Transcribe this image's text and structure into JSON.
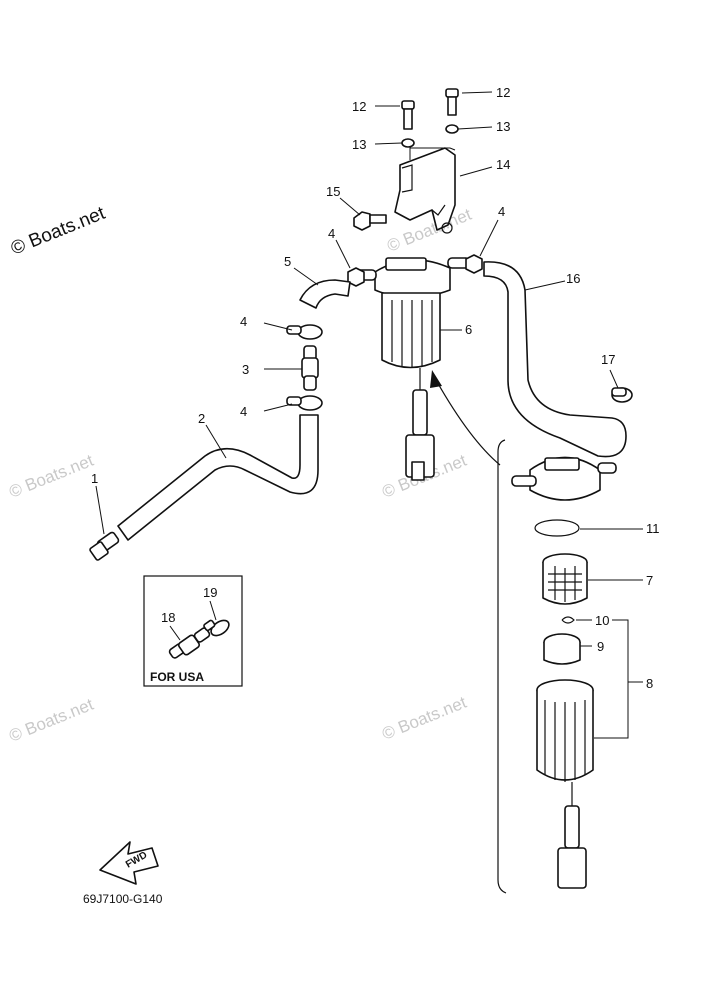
{
  "watermark": {
    "main": "© Boats.net",
    "faint": "© Boats.net"
  },
  "part_numbers": {
    "p1": "1",
    "p2": "2",
    "p3": "3",
    "p4a": "4",
    "p4b": "4",
    "p4c": "4",
    "p4d": "4",
    "p5": "5",
    "p6": "6",
    "p7": "7",
    "p8": "8",
    "p9": "9",
    "p10": "10",
    "p11": "11",
    "p12a": "12",
    "p12b": "12",
    "p13a": "13",
    "p13b": "13",
    "p14": "14",
    "p15": "15",
    "p16": "16",
    "p17": "17",
    "p18": "18",
    "p19": "19"
  },
  "inset_label": "FOR USA",
  "direction_label": "FWD",
  "diagram_code": "69J7100-G140"
}
